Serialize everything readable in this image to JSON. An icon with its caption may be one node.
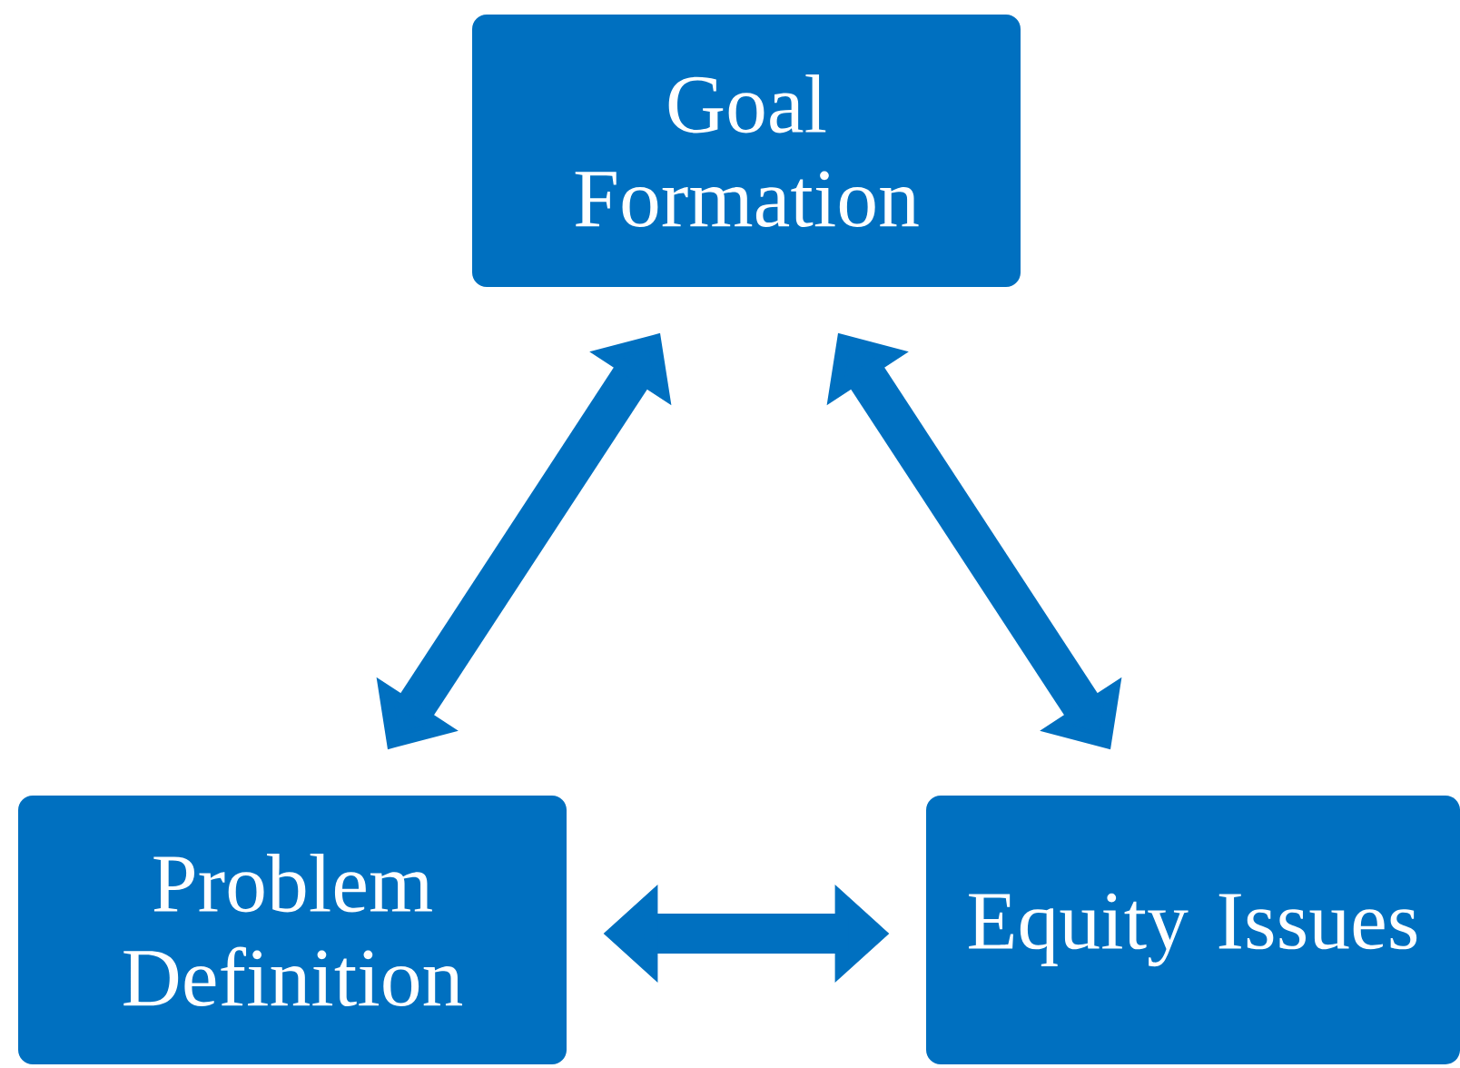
{
  "diagram": {
    "nodes": [
      {
        "text": [
          "Goal Formation"
        ]
      },
      {
        "text": [
          "Problem Definition"
        ]
      },
      {
        "text": [
          "Equity Issues"
        ]
      }
    ],
    "edges": [
      {
        "from": 1,
        "to": 0,
        "arrow": "both"
      },
      {
        "from": 0,
        "to": 2,
        "arrow": "both"
      },
      {
        "from": 1,
        "to": 2,
        "arrow": "both"
      }
    ]
  }
}
